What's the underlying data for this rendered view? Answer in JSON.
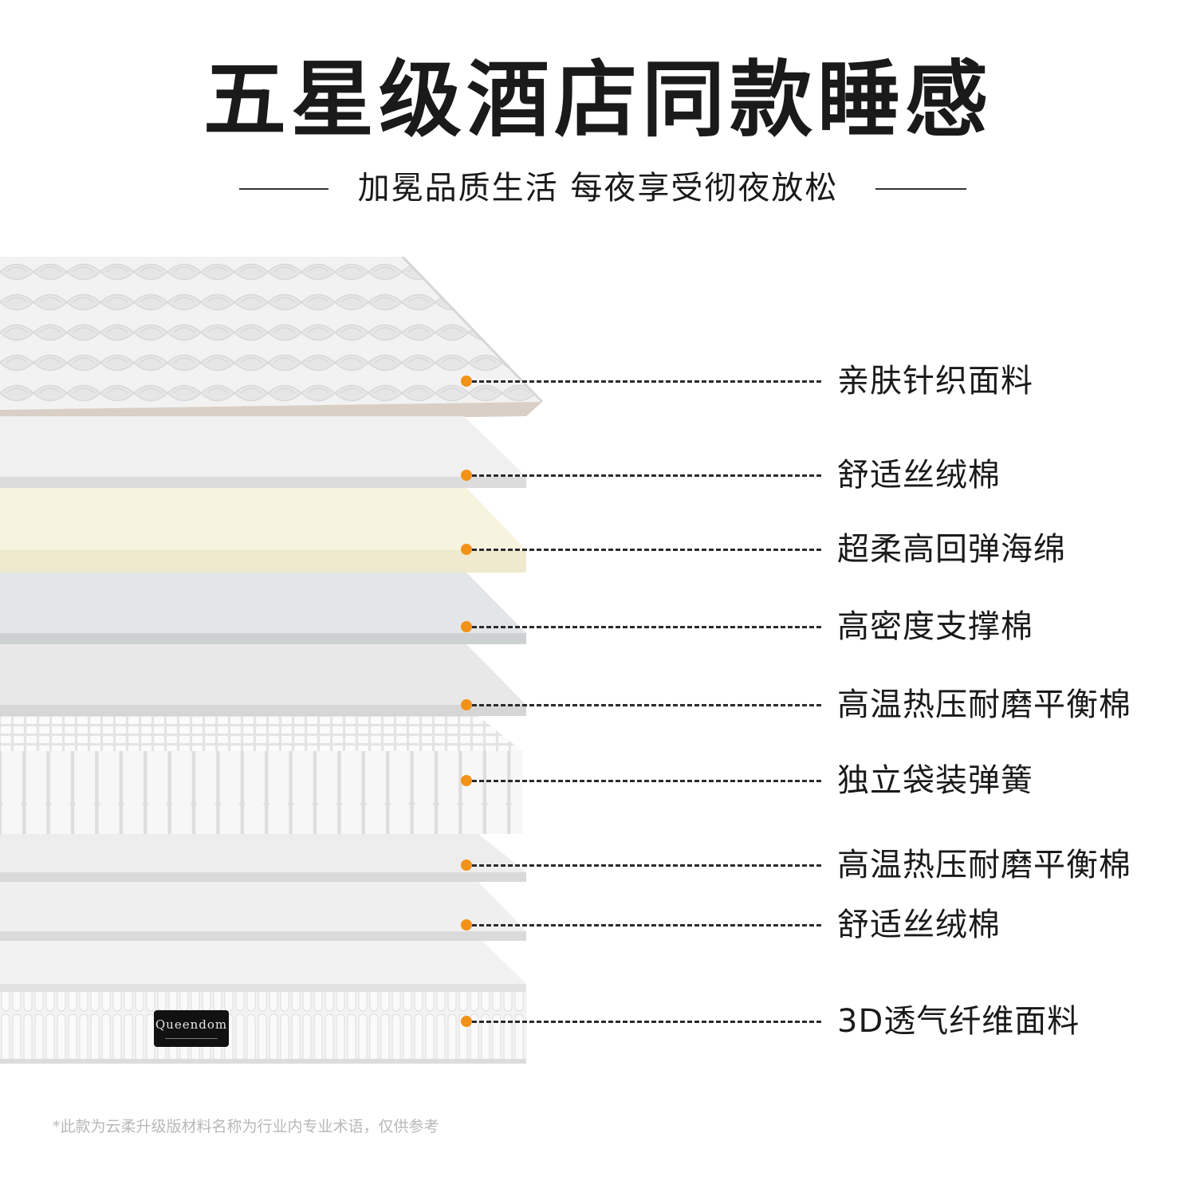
{
  "title": "五星级酒店同款睡感",
  "subtitle": "加冕品质生活 每夜享受彻夜放松",
  "brand_tag": "Queendom",
  "footnote": "*此款为云柔升级版材料名称为行业内专业术语，仅供参考",
  "accent_color": "#f39218",
  "layers": [
    {
      "label": "亲肤针织面料",
      "material": "quilted-knit-top",
      "color": "#ededed"
    },
    {
      "label": "舒适丝绒棉",
      "material": "velvet-cotton",
      "color": "#f2f2f2"
    },
    {
      "label": "超柔高回弹海绵",
      "material": "high-resilience-foam",
      "color": "#f5f2dc"
    },
    {
      "label": "高密度支撑棉",
      "material": "support-cotton",
      "color": "#dde2e3"
    },
    {
      "label": "高温热压耐磨平衡棉",
      "material": "balance-cotton",
      "color": "#e6e6e6"
    },
    {
      "label": "独立袋装弹簧",
      "material": "pocket-springs",
      "color": "#f4f4f4"
    },
    {
      "label": "高温热压耐磨平衡棉",
      "material": "balance-cotton",
      "color": "#ececec"
    },
    {
      "label": "舒适丝绒棉",
      "material": "velvet-cotton",
      "color": "#efefef"
    },
    {
      "label": "3D透气纤维面料",
      "material": "3d-fiber-border",
      "color": "#f4f4f4"
    }
  ]
}
